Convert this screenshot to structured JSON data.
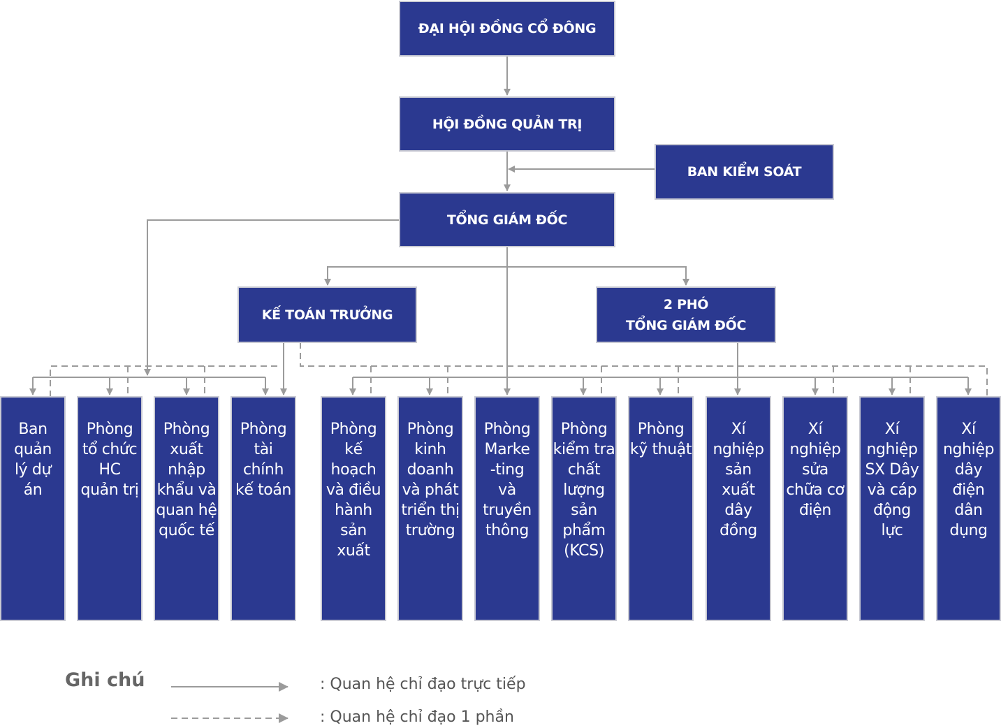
{
  "top_nodes": {
    "shareholders": "ĐẠI HỘI ĐỒNG CỔ ĐÔNG",
    "board": "HỘI ĐỒNG QUẢN TRỊ",
    "supervisory": "BAN KIỂM SOÁT",
    "ceo": "TỔNG GIÁM ĐỐC",
    "chief_accountant": "KẾ TOÁN TRƯỞNG",
    "deputy_line1": "2 PHÓ",
    "deputy_line2": "TỔNG GIÁM ĐỐC"
  },
  "departments": [
    {
      "label": "Ban quản lý dự án"
    },
    {
      "label": "Phòng tổ chức HC quản trị"
    },
    {
      "label": "Phòng xuất nhập khẩu và quan hệ quốc tế"
    },
    {
      "label": "Phòng tài chính kế toán"
    },
    {
      "label": "Phòng kế hoạch và điều hành sản xuất"
    },
    {
      "label": "Phòng kinh doanh và phát triển thị trường"
    },
    {
      "label": "Phòng Marke -ting và truyền thông"
    },
    {
      "label": "Phòng kiểm tra chất lượng sản phẩm (KCS)"
    },
    {
      "label": "Phòng kỹ thuật"
    },
    {
      "label": "Xí nghiệp sản xuất dây đồng"
    },
    {
      "label": "Xí nghiệp sửa chữa cơ điện"
    },
    {
      "label": "Xí nghiệp SX Dây và cáp động lực"
    },
    {
      "label": "Xí nghiệp dây điện dân dụng"
    }
  ],
  "legend": {
    "title": "Ghi chú",
    "direct": ": Quan hệ chỉ đạo trực tiếp",
    "partial": ": Quan hệ chỉ đạo 1 phần"
  },
  "colors": {
    "box_fill": "#2b3990",
    "box_border": "#c9cad3",
    "connector": "#9b9b9b"
  }
}
